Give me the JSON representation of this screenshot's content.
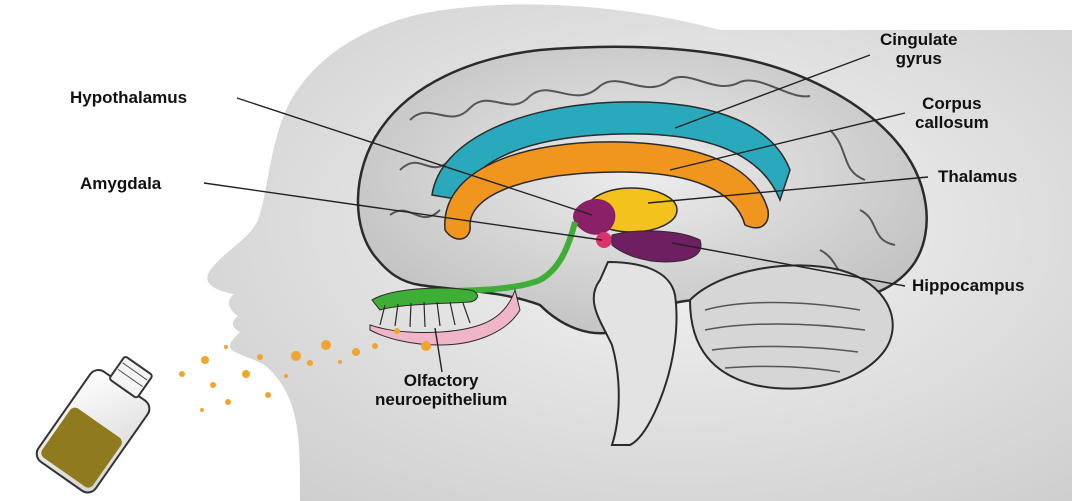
{
  "labels": {
    "cingulate_gyrus": {
      "line1": "Cingulate",
      "line2": "gyrus"
    },
    "corpus_callosum": {
      "line1": "Corpus",
      "line2": "callosum"
    },
    "hypothalamus": "Hypothalamus",
    "amygdala": "Amygdala",
    "thalamus": "Thalamus",
    "hippocampus": "Hippocampus",
    "olfactory_neuroepithelium": {
      "line1": "Olfactory",
      "line2": "neuroepithelium"
    }
  },
  "colors": {
    "cingulate_gyrus": "#2aa9bd",
    "corpus_callosum": "#f0961e",
    "thalamus": "#f3c21c",
    "hypothalamus": "#8a2067",
    "amygdala": "#d8336f",
    "hippocampus": "#6e1f62",
    "olfactory_tract": "#3fae36",
    "brain": "#d9d9d9",
    "head": "#e6e6e6",
    "aroma_particles": "#f2a431",
    "bottle_liquid": "#8f7a1e"
  },
  "icons": [
    "brain-illustration",
    "head-silhouette",
    "essential-oil-bottle-icon",
    "aroma-particles"
  ]
}
